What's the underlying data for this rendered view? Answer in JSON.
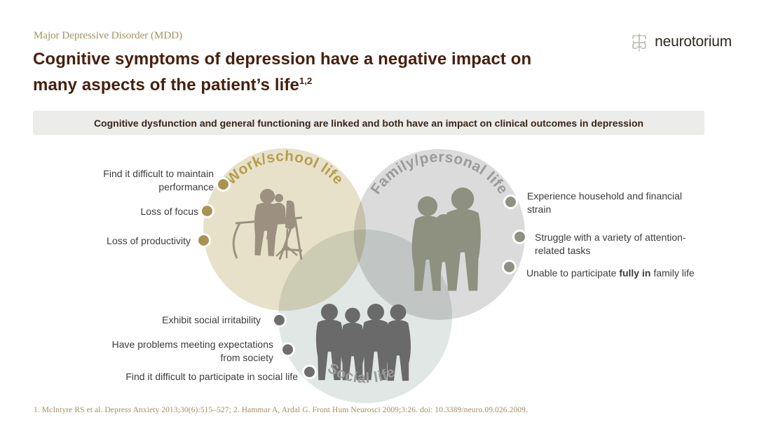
{
  "slide": {
    "eyebrow": "Major Depressive Disorder (MDD)",
    "title_line1": "Cognitive symptoms of depression have a negative impact on",
    "title_line2": "many aspects of the patient’s life",
    "title_superscript": "1,2",
    "title_color": "#47200e",
    "eyebrow_color": "#a29160"
  },
  "logo": {
    "text": "neurotorium",
    "icon": "brain-grid-icon",
    "icon_color": "#b9b6ae",
    "text_color": "#2e2820"
  },
  "banner": {
    "text": "Cognitive dysfunction and general functioning are linked and both have an impact on clinical outcomes in depression",
    "bg_color": "#ececea",
    "text_color": "#3a2514"
  },
  "venn": {
    "work": {
      "label": "Work/school life",
      "fill": "#e8e1ca",
      "label_color": "#b49f4d",
      "silhouette": "two-people-at-desk",
      "silhouette_color": "#9c9180"
    },
    "family": {
      "label": "Family/personal life",
      "fill": "#dbdbdb",
      "label_color": "#9a9a9a",
      "silhouette": "family-of-three",
      "silhouette_color": "#8e9080"
    },
    "social": {
      "label": "Social life",
      "fill": "#e1e7e4",
      "label_color": "#9a9a9a",
      "silhouette": "group-of-four",
      "silhouette_color": "#6a6a6a"
    }
  },
  "bullets": {
    "work": {
      "dot_color": "#aa9352",
      "items": [
        "Find it difficult to maintain performance",
        "Loss of focus",
        "Loss of productivity"
      ]
    },
    "family": {
      "dot_color": "#8e9082",
      "items": [
        "Experience household and financial strain",
        "Struggle with a variety of attention-related tasks"
      ],
      "item3": {
        "pre": "Unable to participate ",
        "bold": "fully in",
        "post": " family life"
      }
    },
    "social": {
      "dot_color": "#6e6e6e",
      "items": [
        "Exhibit social irritability",
        "Have problems meeting expectations from society",
        "Find it difficult to participate in social life"
      ]
    }
  },
  "footer": {
    "reference": "1. McIntyre RS et al. Depress Anxiety 2013;30(6):515–527; 2. Hammar A, Ardal G. Front Hum Neurosci 2009;3:26. doi: 10.3389/neuro.09.026.2009.",
    "color": "#a29160"
  }
}
